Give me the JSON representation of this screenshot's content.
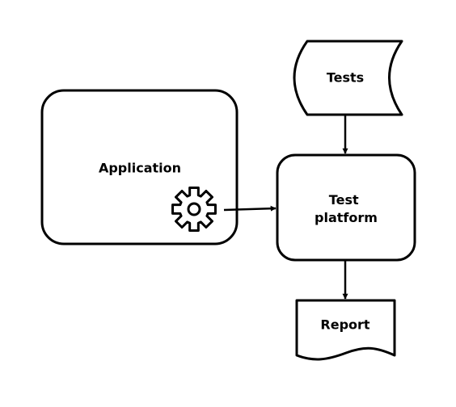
{
  "nodes": {
    "tests": {
      "label": "Tests",
      "shape": "stored-data"
    },
    "application": {
      "label": "Application",
      "shape": "rounded-rectangle",
      "icon": "gear-icon"
    },
    "test_platform": {
      "label_lines": [
        "Test",
        "platform"
      ],
      "shape": "rounded-rectangle"
    },
    "report": {
      "label": "Report",
      "shape": "document"
    }
  },
  "edges": [
    {
      "from": "tests",
      "to": "test_platform"
    },
    {
      "from": "application",
      "to": "test_platform"
    },
    {
      "from": "test_platform",
      "to": "report"
    }
  ],
  "colors": {
    "stroke": "#000000",
    "fill": "#ffffff"
  }
}
